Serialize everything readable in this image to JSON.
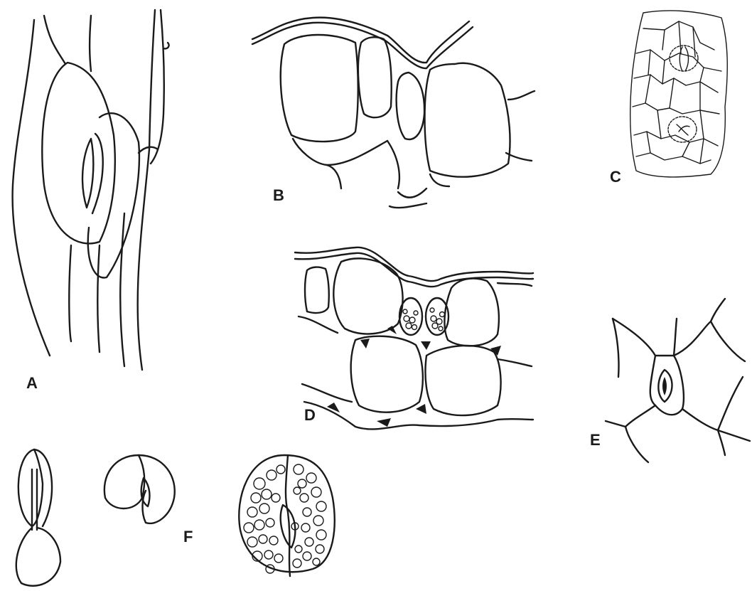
{
  "panels": {
    "A": {
      "label": "A"
    },
    "B": {
      "label": "B"
    },
    "C": {
      "label": "C"
    },
    "D": {
      "label": "D"
    },
    "E": {
      "label": "E"
    },
    "F": {
      "label": "F"
    }
  }
}
